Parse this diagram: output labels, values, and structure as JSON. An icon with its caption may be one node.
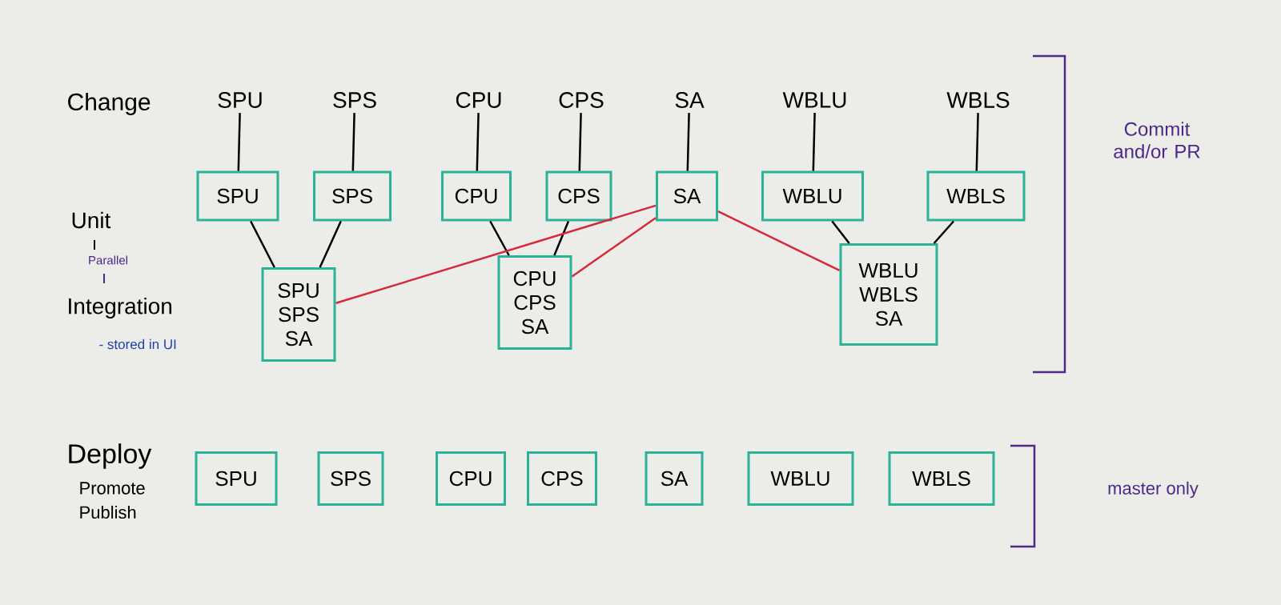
{
  "diagram": {
    "nodes": [
      {
        "text": [
          "SPU"
        ]
      },
      {
        "text": [
          "SPS"
        ]
      },
      {
        "text": [
          "CPU"
        ]
      },
      {
        "text": [
          "CPS"
        ]
      },
      {
        "text": [
          "SA"
        ]
      },
      {
        "text": [
          "WBLU"
        ]
      },
      {
        "text": [
          "WBLS"
        ]
      },
      {
        "text": [
          "SPU"
        ]
      },
      {
        "text": [
          "SPS"
        ]
      },
      {
        "text": [
          "CPU"
        ]
      },
      {
        "text": [
          "CPS"
        ]
      },
      {
        "text": [
          "SA"
        ]
      },
      {
        "text": [
          "WBLU"
        ]
      },
      {
        "text": [
          "WBLS"
        ]
      },
      {
        "text": [
          "SPU",
          "SPS",
          "SA"
        ]
      },
      {
        "text": [
          "CPU",
          "CPS",
          "SA"
        ]
      },
      {
        "text": [
          "WBLU",
          "WBLS",
          "SA"
        ]
      },
      {
        "text": [
          "SPU"
        ]
      },
      {
        "text": [
          "SPS"
        ]
      },
      {
        "text": [
          "CPU"
        ]
      },
      {
        "text": [
          "CPS"
        ]
      },
      {
        "text": [
          "SA"
        ]
      },
      {
        "text": [
          "WBLU"
        ]
      },
      {
        "text": [
          "WBLS"
        ]
      }
    ],
    "edges": [
      {
        "from": 0,
        "to": 7,
        "arrow": "none"
      },
      {
        "from": 1,
        "to": 8,
        "arrow": "none"
      },
      {
        "from": 2,
        "to": 9,
        "arrow": "none"
      },
      {
        "from": 3,
        "to": 10,
        "arrow": "none"
      },
      {
        "from": 4,
        "to": 11,
        "arrow": "none"
      },
      {
        "from": 5,
        "to": 12,
        "arrow": "none"
      },
      {
        "from": 6,
        "to": 13,
        "arrow": "none"
      },
      {
        "from": 7,
        "to": 14,
        "arrow": "none"
      },
      {
        "from": 8,
        "to": 14,
        "arrow": "none"
      },
      {
        "from": 9,
        "to": 15,
        "arrow": "none"
      },
      {
        "from": 10,
        "to": 15,
        "arrow": "none"
      },
      {
        "from": 11,
        "to": 14,
        "arrow": "none",
        "color": "#d42a3a"
      },
      {
        "from": 11,
        "to": 15,
        "arrow": "none",
        "color": "#d42a3a"
      },
      {
        "from": 11,
        "to": 16,
        "arrow": "none",
        "color": "#d42a3a"
      },
      {
        "from": 12,
        "to": 16,
        "arrow": "none"
      },
      {
        "from": 13,
        "to": 16,
        "arrow": "none"
      }
    ],
    "labels": [
      "Change",
      "Commit and/or PR",
      "Unit",
      "Parallel",
      "Integration",
      "- stored in UI",
      "Deploy",
      "Promote",
      "Publish",
      "master only"
    ]
  }
}
